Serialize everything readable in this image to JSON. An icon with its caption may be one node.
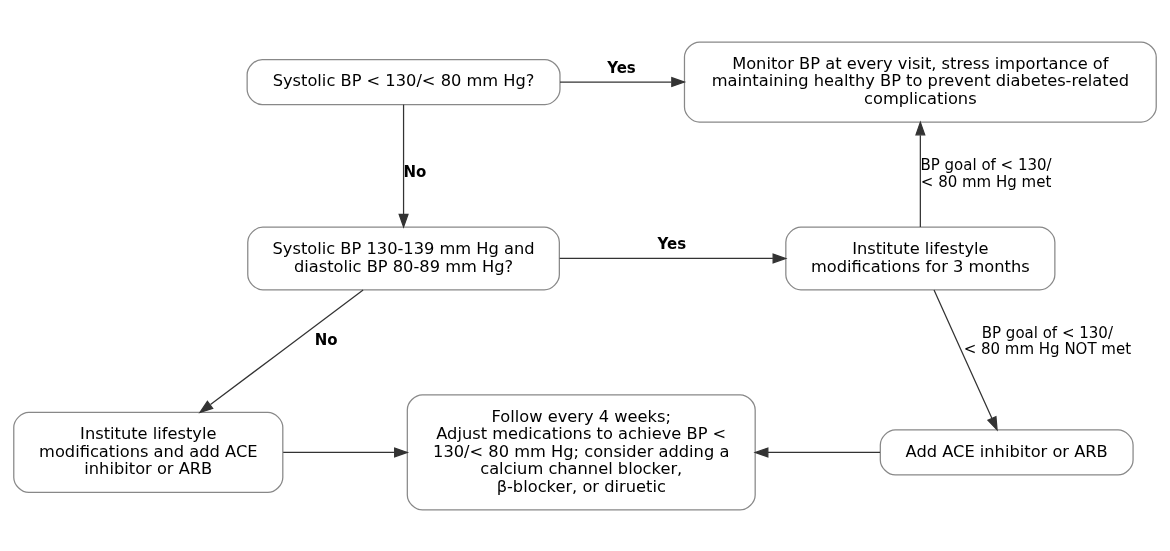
{
  "diagram": {
    "nodes": [
      {
        "text": [
          "Systolic BP < 130/< 80 mm Hg?"
        ]
      },
      {
        "text": [
          "Monitor BP at every visit, stress importance of maintaining healthy BP to prevent diabetes-related complications"
        ]
      },
      {
        "text": [
          "Systolic BP 130-139 mm Hg and diastolic BP 80-89 mm Hg?"
        ]
      },
      {
        "text": [
          "Institute lifestyle modifications for 3 months"
        ]
      },
      {
        "text": [
          "Institute lifestyle modifications and add ACE inhibitor or ARB"
        ]
      },
      {
        "text": [
          "Follow every 4 weeks;",
          "Adjust medications to achieve BP < 130/< 80 mm Hg; consider adding a calcium channel blocker, β-blocker, or diruetic"
        ]
      },
      {
        "text": [
          "Add ACE inhibitor or ARB"
        ]
      }
    ],
    "edges": [
      {
        "from": 0,
        "to": 1,
        "arrow": "to",
        "label": "Yes"
      },
      {
        "from": 0,
        "to": 2,
        "arrow": "to",
        "label": "No"
      },
      {
        "from": 2,
        "to": 3,
        "arrow": "to",
        "label": "Yes"
      },
      {
        "from": 3,
        "to": 1,
        "arrow": "to",
        "label": "BP goal of < 130/ < 80 mm Hg met"
      },
      {
        "from": 2,
        "to": 4,
        "arrow": "to",
        "label": "No"
      },
      {
        "from": 3,
        "to": 6,
        "arrow": "to",
        "label": "BP goal of < 130/ < 80 mm Hg NOT met"
      },
      {
        "from": 4,
        "to": 5,
        "arrow": "to"
      },
      {
        "from": 6,
        "to": 5,
        "arrow": "to"
      }
    ]
  }
}
